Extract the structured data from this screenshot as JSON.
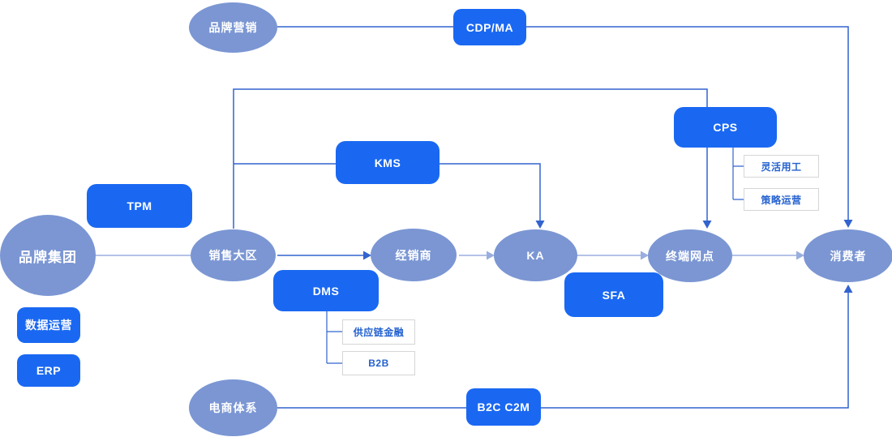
{
  "diagram": {
    "title": "brand-group distribution & marketing systems architecture",
    "colors": {
      "box_blue": "#1A68F2",
      "ellipse_blue": "#7B96D3",
      "line_dark": "#3263CF",
      "line_light": "#9AAEDD",
      "subbox_border": "#D6D6D6",
      "subbox_text": "#2361CF"
    },
    "nodes": {
      "brand_marketing": {
        "label": "品牌营销",
        "shape": "ellipse"
      },
      "cdp_ma": {
        "label": "CDP/MA",
        "shape": "box"
      },
      "brand_group": {
        "label": "品牌集团",
        "shape": "ellipse"
      },
      "tpm": {
        "label": "TPM",
        "shape": "box"
      },
      "kms": {
        "label": "KMS",
        "shape": "box"
      },
      "cps": {
        "label": "CPS",
        "shape": "box"
      },
      "flexible_labor": {
        "label": "灵活用工",
        "shape": "subbox"
      },
      "strategy_ops": {
        "label": "策略运营",
        "shape": "subbox"
      },
      "sales_region": {
        "label": "销售大区",
        "shape": "ellipse"
      },
      "distributor": {
        "label": "经销商",
        "shape": "ellipse"
      },
      "ka": {
        "label": "KA",
        "shape": "ellipse"
      },
      "terminal_outlets": {
        "label": "终端网点",
        "shape": "ellipse"
      },
      "consumer": {
        "label": "消费者",
        "shape": "ellipse"
      },
      "dms": {
        "label": "DMS",
        "shape": "box"
      },
      "supply_chain_finance": {
        "label": "供应链金融",
        "shape": "subbox"
      },
      "b2b": {
        "label": "B2B",
        "shape": "subbox"
      },
      "sfa": {
        "label": "SFA",
        "shape": "box"
      },
      "data_ops": {
        "label": "数据运营",
        "shape": "box"
      },
      "erp": {
        "label": "ERP",
        "shape": "box"
      },
      "ecommerce": {
        "label": "电商体系",
        "shape": "ellipse"
      },
      "b2c_c2m": {
        "label": "B2C C2M",
        "shape": "box"
      }
    },
    "edges": [
      {
        "from": "brand_marketing",
        "via": "cdp_ma",
        "to": "consumer",
        "arrow": true
      },
      {
        "from": "brand_group",
        "to": "sales_region",
        "arrow": false
      },
      {
        "from": "sales_region",
        "to": "distributor",
        "arrow": true
      },
      {
        "from": "distributor",
        "to": "ka",
        "arrow": true
      },
      {
        "from": "ka",
        "to": "terminal_outlets",
        "arrow": true
      },
      {
        "from": "terminal_outlets",
        "to": "consumer",
        "arrow": true
      },
      {
        "from": "sales_region",
        "via": "kms",
        "to": "ka",
        "arrow": true
      },
      {
        "from": "sales_region",
        "via": "cps",
        "to": "terminal_outlets",
        "arrow": true
      },
      {
        "from": "cps",
        "to": "flexible_labor",
        "arrow": false
      },
      {
        "from": "cps",
        "to": "strategy_ops",
        "arrow": false
      },
      {
        "from": "dms",
        "to": "supply_chain_finance",
        "arrow": false
      },
      {
        "from": "dms",
        "to": "b2b",
        "arrow": false
      },
      {
        "from": "ecommerce",
        "via": "b2c_c2m",
        "to": "consumer",
        "arrow": true
      }
    ]
  }
}
